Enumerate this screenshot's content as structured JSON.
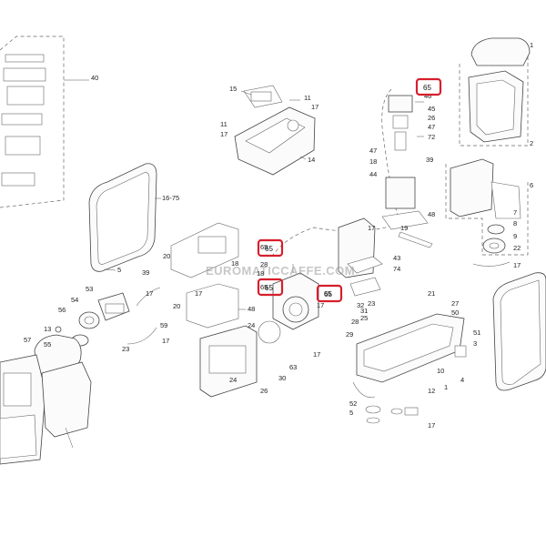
{
  "watermark": "EUROMATICCAFFE.COM",
  "highlight_color": "#d61f2c",
  "highlighted": [
    "65",
    "65",
    "65",
    "65"
  ],
  "callouts": [
    "40",
    "15",
    "11",
    "17",
    "11",
    "17",
    "14",
    "16-75",
    "5",
    "39",
    "20",
    "18",
    "53",
    "17",
    "54",
    "56",
    "20",
    "59",
    "17",
    "13",
    "55",
    "57",
    "23",
    "17",
    "65",
    "28",
    "18",
    "48",
    "24",
    "65",
    "26",
    "63",
    "30",
    "24",
    "17",
    "65",
    "29",
    "28",
    "25",
    "31",
    "32",
    "17",
    "23",
    "74",
    "43",
    "17",
    "19",
    "46",
    "45",
    "26",
    "47",
    "72",
    "47",
    "18",
    "39",
    "44",
    "48",
    "1",
    "2",
    "6",
    "7",
    "8",
    "9",
    "22",
    "17",
    "21",
    "27",
    "50",
    "51",
    "3",
    "4",
    "52",
    "5",
    "10",
    "12",
    "17",
    "1",
    "65"
  ]
}
